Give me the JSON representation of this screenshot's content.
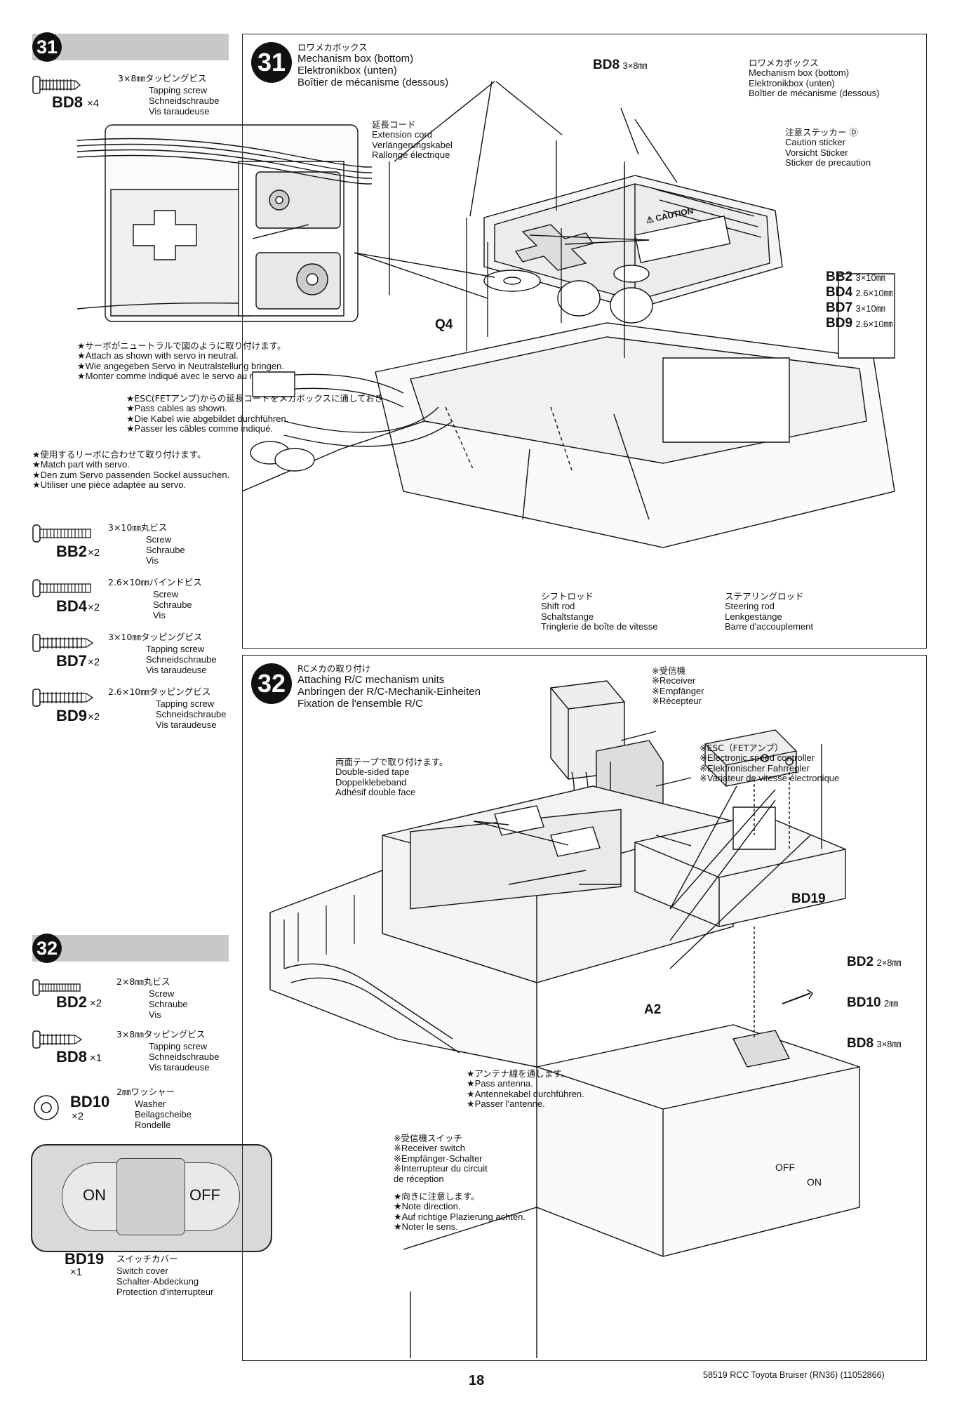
{
  "left": {
    "s31_num": "31",
    "s31_parts": [
      {
        "code": "BD8",
        "qty": "×4",
        "jp": "3×8㎜タッピングビス",
        "en": "Tapping screw",
        "de": "Schneidschraube",
        "fr": "Vis taraudeuse"
      }
    ],
    "ext_cord": {
      "jp": "延長コード",
      "en": "Extension cord",
      "de": "Verlängerungskabel",
      "fr": "Rallonge électrique"
    },
    "servo_note": [
      "★サーボがニュートラルで図のように取り付けます。",
      "★Attach as shown with servo in neutral.",
      "★Wie angegeben Servo in Neutralstellung bringen.",
      "★Monter comme indiqué avec le servo au neutre."
    ],
    "esc_note": [
      "★ESC(FETアンプ)からの延長コードをメカボックスに通しておきます。",
      "★Pass cables as shown.",
      "★Die Kabel wie abgebildet durchführen.",
      "★Passer les câbles comme indiqué."
    ],
    "horn_note": [
      "★使用するリーボに合わせて取り付けます。",
      "★Match part with servo.",
      "★Den zum Servo passenden Sockel aussuchen.",
      "★Utiliser une pièce adaptée au servo."
    ],
    "s31_more": [
      {
        "code": "BB2",
        "qty": "×2",
        "jp": "3×10㎜丸ビス",
        "en": "Screw",
        "de": "Schraube",
        "fr": "Vis"
      },
      {
        "code": "BD4",
        "qty": "×2",
        "jp": "2.6×10㎜バインドビス",
        "en": "Screw",
        "de": "Schraube",
        "fr": "Vis"
      },
      {
        "code": "BD7",
        "qty": "×2",
        "jp": "3×10㎜タッピングビス",
        "en": "Tapping screw",
        "de": "Schneidschraube",
        "fr": "Vis taraudeuse"
      },
      {
        "code": "BD9",
        "qty": "×2",
        "jp": "2.6×10㎜タッピングビス",
        "en": "Tapping screw",
        "de": "Schneidschraube",
        "fr": "Vis taraudeuse"
      }
    ],
    "s32_num": "32",
    "s32_parts": [
      {
        "code": "BD2",
        "qty": "×2",
        "jp": "2×8㎜丸ビス",
        "en": "Screw",
        "de": "Schraube",
        "fr": "Vis"
      },
      {
        "code": "BD8",
        "qty": "×1",
        "jp": "3×8㎜タッピングビス",
        "en": "Tapping screw",
        "de": "Schneidschraube",
        "fr": "Vis taraudeuse"
      },
      {
        "code": "BD10",
        "qty": "×2",
        "jp": "2㎜ワッシャー",
        "en": "Washer",
        "de": "Beilagscheibe",
        "fr": "Rondelle"
      }
    ],
    "switch": {
      "on": "ON",
      "off": "OFF",
      "code": "BD19",
      "qty": "×1",
      "jp": "スイッチカバー",
      "en": "Switch cover",
      "de": "Schalter-Abdeckung",
      "fr": "Protection d'interrupteur"
    }
  },
  "step31": {
    "num": "31",
    "title": [
      "ロワメカボックス",
      "Mechanism box (bottom)",
      "Elektronikbox (unten)",
      "Boîtier de mécanisme (dessous)"
    ],
    "bd8": {
      "code": "BD8",
      "size": "3×8㎜"
    },
    "box_label": [
      "ロワメカボックス",
      "Mechanism box (bottom)",
      "Elektronikbox (unten)",
      "Boîtier de mécanisme (dessous)"
    ],
    "sticker": [
      "注意ステッカー Ⓓ",
      "Caution sticker",
      "Vorsicht Sticker",
      "Sticker de precaution"
    ],
    "sticker_text": "⚠ CAUTION",
    "screws": [
      {
        "code": "BB2",
        "size": "3×10㎜"
      },
      {
        "code": "BD4",
        "size": "2.6×10㎜"
      },
      {
        "code": "BD7",
        "size": "3×10㎜"
      },
      {
        "code": "BD9",
        "size": "2.6×10㎜"
      }
    ],
    "q4": "Q4",
    "shift": [
      "シフトロッド",
      "Shift rod",
      "Schaltstange",
      "Tringlerie de boîte de vitesse"
    ],
    "steer": [
      "ステアリングロッド",
      "Steering rod",
      "Lenkgestänge",
      "Barre d'accouplement"
    ]
  },
  "step32": {
    "num": "32",
    "title": [
      "RCメカの取り付け",
      "Attaching R/C mechanism units",
      "Anbringen der R/C-Mechanik-Einheiten",
      "Fixation de l'ensemble R/C"
    ],
    "receiver": [
      "※受信機",
      "※Receiver",
      "※Empfänger",
      "※Récepteur"
    ],
    "esc": [
      "※ESC（FETアンプ）",
      "※Electronic speed controller",
      "※Elektronischer Fahrregler",
      "※Variateur de vitesse électronique"
    ],
    "tape": [
      "両面テープで取り付けます。",
      "Double-sided tape",
      "Doppelklebeband",
      "Adhésif double face"
    ],
    "bd19": "BD19",
    "bd2": {
      "code": "BD2",
      "size": "2×8㎜"
    },
    "bd10": {
      "code": "BD10",
      "size": "2㎜"
    },
    "bd8": {
      "code": "BD8",
      "size": "3×8㎜"
    },
    "a2": "A2",
    "antenna": [
      "★アンテナ線を通します。",
      "★Pass antenna.",
      "★Antennekabel durchführen.",
      "★Passer l'antenne."
    ],
    "rx_switch": [
      "※受信機スイッチ",
      "※Receiver switch",
      "※Empfänger-Schalter",
      "※Interrupteur du circuit",
      "de réception"
    ],
    "direction": [
      "★向きに注意します。",
      "★Note direction.",
      "★Auf richtige Plazierung achten.",
      "★Noter le sens."
    ],
    "off": "OFF",
    "on": "ON"
  },
  "footer": {
    "page": "18",
    "ref": "58519 RCC Toyota Bruiser (RN36) (11052866)"
  }
}
